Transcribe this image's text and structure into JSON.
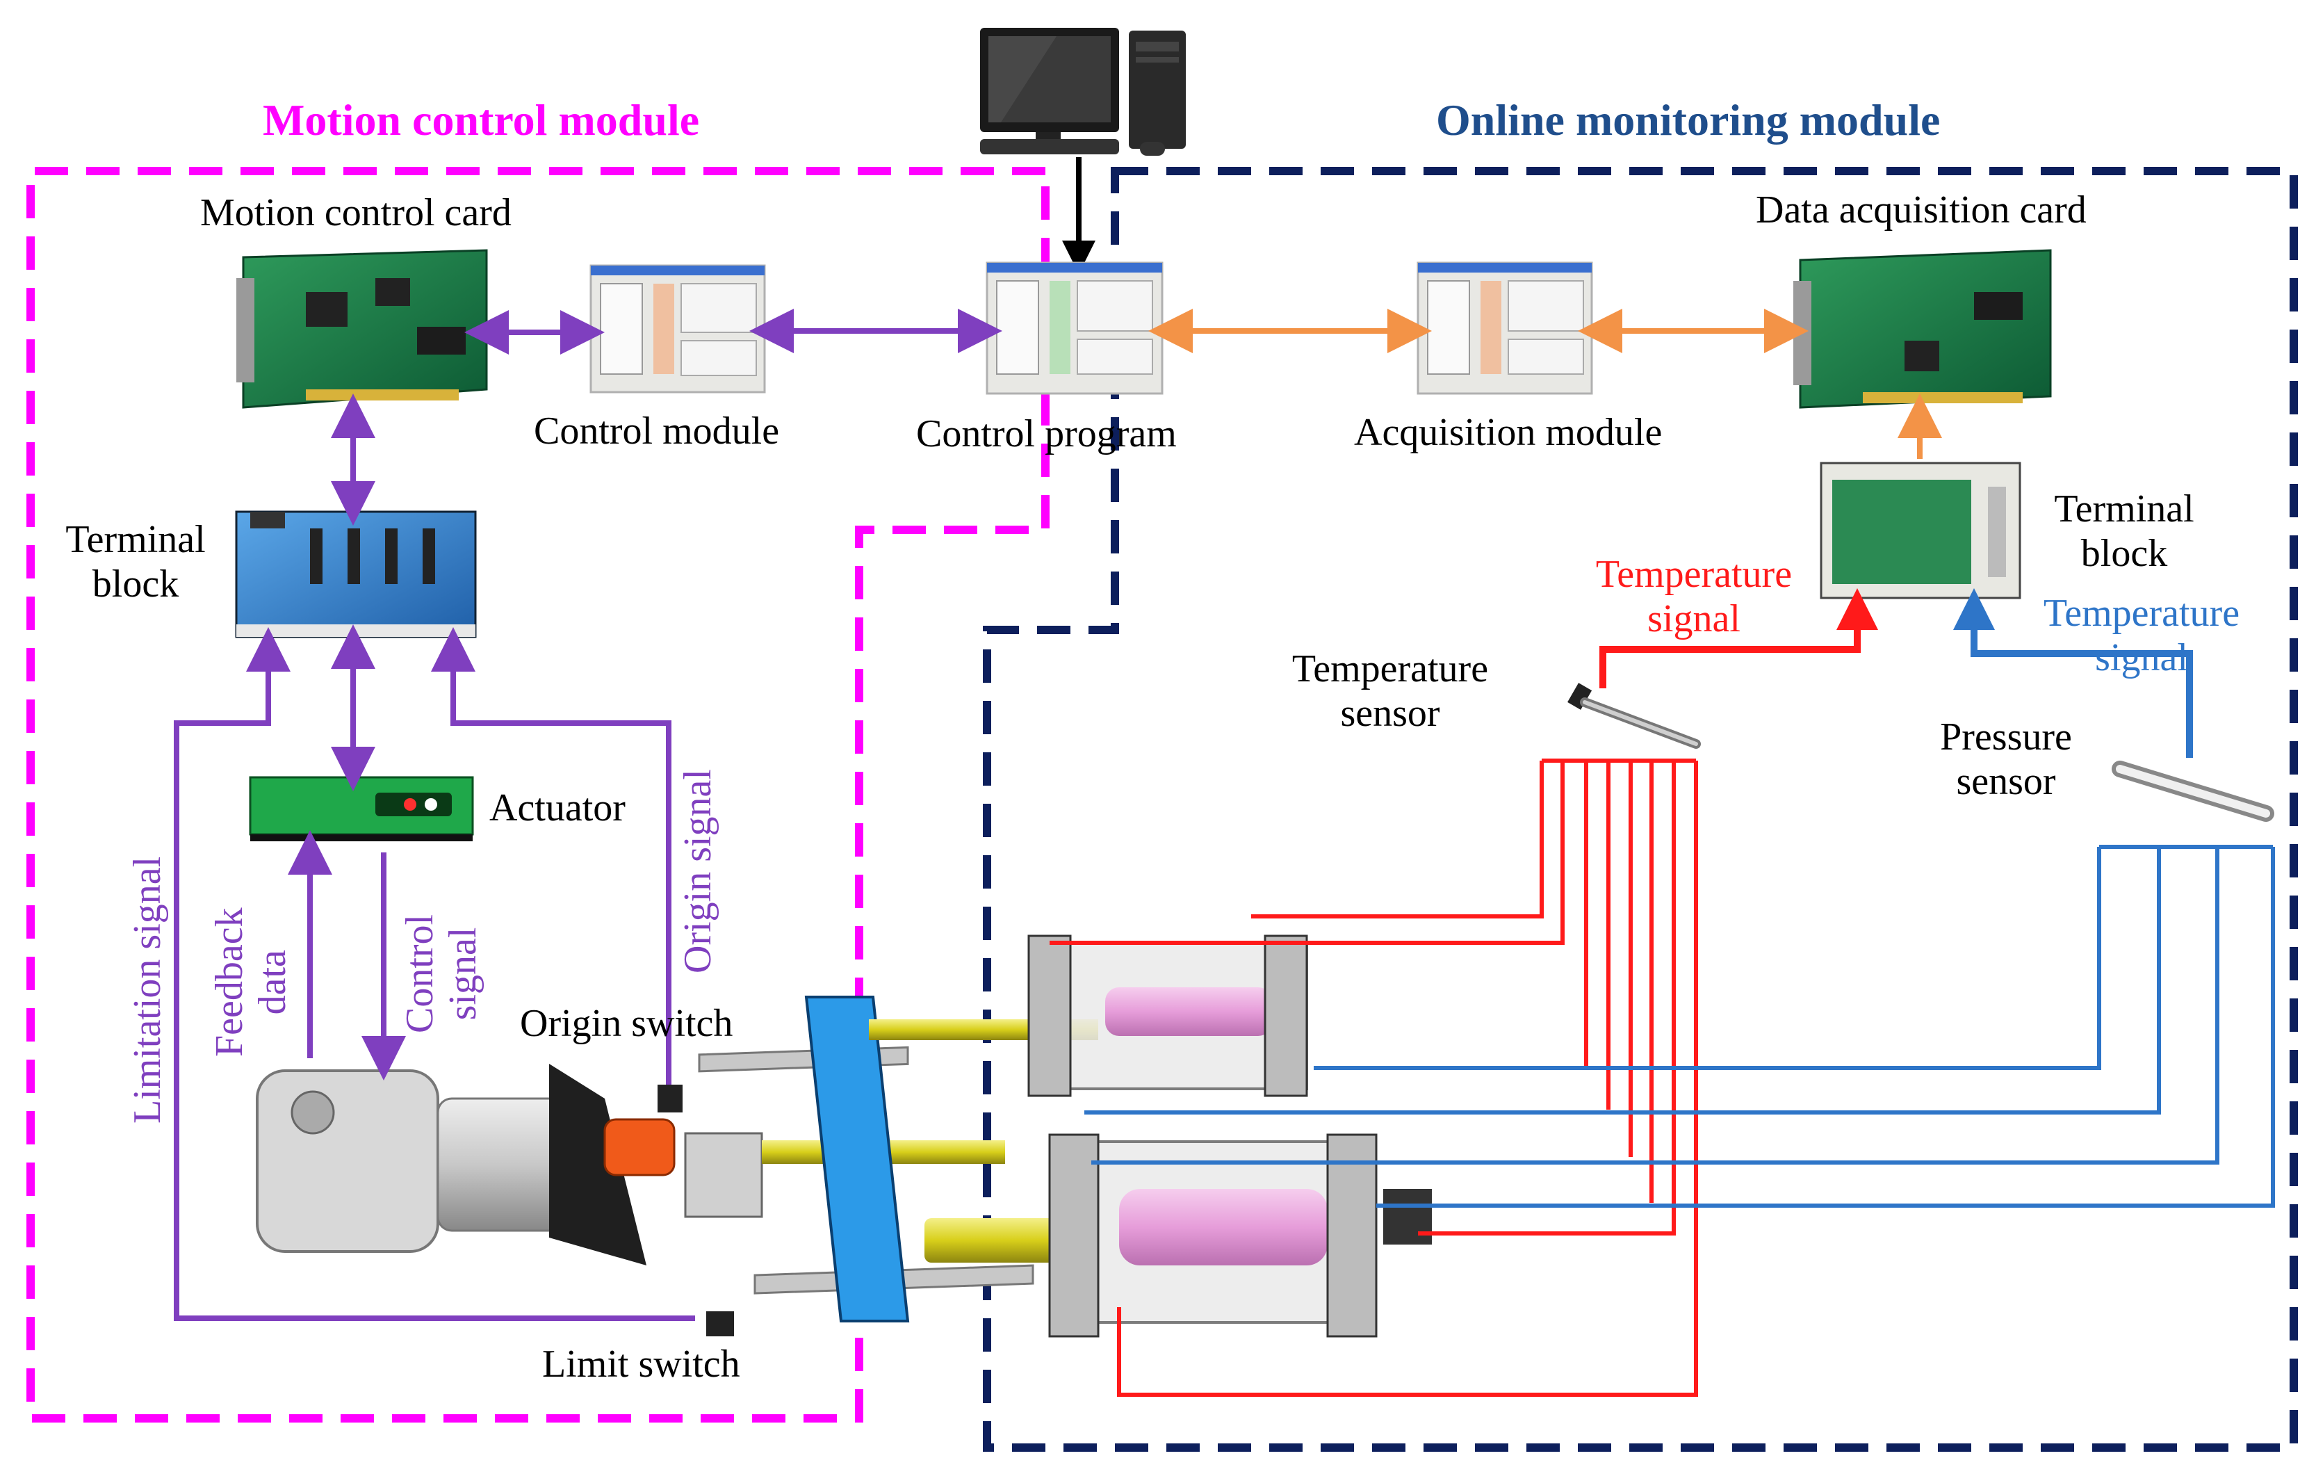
{
  "modules": {
    "motion_control_title": "Motion control module",
    "online_monitoring_title": "Online monitoring module"
  },
  "labels": {
    "motion_control_card": "Motion control card",
    "data_acquisition_card": "Data acquisition card",
    "control_module": "Control module",
    "control_program": "Control program",
    "acquisition_module": "Acquisition module",
    "terminal_block_left": [
      "Terminal",
      "block"
    ],
    "terminal_block_right": [
      "Terminal",
      "block"
    ],
    "actuator": "Actuator",
    "temperature_sensor": [
      "Temperature",
      "sensor"
    ],
    "pressure_sensor": [
      "Pressure",
      "sensor"
    ],
    "temperature_signal_red": [
      "Temperature",
      "signal"
    ],
    "temperature_signal_blue": [
      "Temperature",
      "signal"
    ],
    "origin_switch": "Origin switch",
    "limit_switch": "Limit switch",
    "limitation_signal": "Limitation signal",
    "feedback_data": [
      "Feedback",
      "data"
    ],
    "control_signal": [
      "Control",
      "signal"
    ],
    "origin_signal": "Origin signal"
  },
  "colors": {
    "motion_module": "#ff00ff",
    "online_module": "#0d1f5c",
    "online_title": "#1f4e8c",
    "purple_signal": "#7f3fbf",
    "orange_signal": "#f39347",
    "red_signal": "#ff1a1a",
    "blue_signal": "#2e75c8"
  }
}
